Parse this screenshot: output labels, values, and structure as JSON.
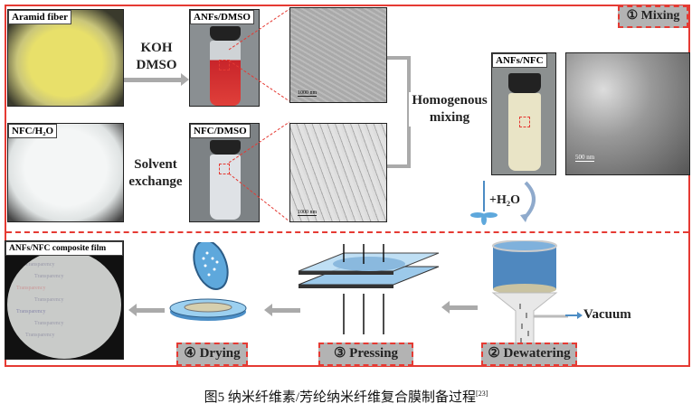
{
  "mixing_panel": {
    "step_label": "① Mixing",
    "aramid_label": "Aramid fiber",
    "koh_dmso": [
      "KOH",
      "DMSO"
    ],
    "anfs_dmso_label": "ANFs/DMSO",
    "tem1_scale": "1000 nm",
    "nfc_h2o_label": "NFC/H₂O",
    "solvent_exchange": [
      "Solvent",
      "exchange"
    ],
    "nfc_dmso_label": "NFC/DMSO",
    "tem2_scale": "1000 nm",
    "homogenous_mixing": [
      "Homogenous",
      "mixing"
    ],
    "anfs_nfc_label": "ANFs/NFC",
    "tem3_scale": "500 nm",
    "add_water": "+H₂O"
  },
  "process_panel": {
    "film_label": "ANFs/NFC composite film",
    "film_watermark": "Transparency",
    "drying_label": "④ Drying",
    "pressing_label": "③ Pressing",
    "dewatering_label": "② Dewatering",
    "vacuum_label": "Vacuum"
  },
  "caption": {
    "text": "图5  纳米纤维素/芳纶纳米纤维复合膜制备过程",
    "ref": "[23]"
  },
  "colors": {
    "accent_red": "#e53a33",
    "blue": "#5ea8dc"
  }
}
